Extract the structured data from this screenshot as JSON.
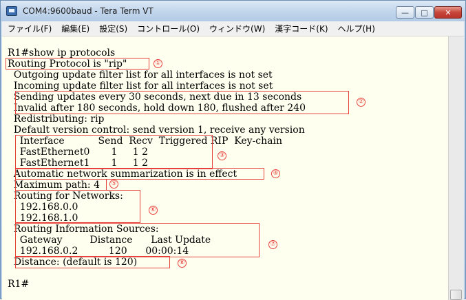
{
  "window": {
    "title": "COM4:9600baud - Tera Term VT",
    "minimize_glyph": "—",
    "maximize_glyph": "□",
    "close_glyph": "✕"
  },
  "menu": [
    {
      "label": "ファイル(F)"
    },
    {
      "label": "編集(E)"
    },
    {
      "label": "設定(S)"
    },
    {
      "label": "コントロール(O)"
    },
    {
      "label": "ウィンドウ(W)"
    },
    {
      "label": "漢字コード(K)"
    },
    {
      "label": "ヘルプ(H)"
    }
  ],
  "terminal": {
    "lines": [
      "R1#show ip protocols",
      "Routing Protocol is \"rip\"",
      "  Outgoing update filter list for all interfaces is not set",
      "  Incoming update filter list for all interfaces is not set",
      "  Sending updates every 30 seconds, next due in 13 seconds",
      "  Invalid after 180 seconds, hold down 180, flushed after 240",
      "  Redistributing: rip",
      "  Default version control: send version 1, receive any version",
      "    Interface           Send  Recv  Triggered RIP  Key-chain",
      "    FastEthernet0       1     1 2",
      "    FastEthernet1       1     1 2",
      "  Automatic network summarization is in effect",
      "  Maximum path: 4",
      "  Routing for Networks:",
      "    192.168.0.0",
      "    192.168.1.0",
      "  Routing Information Sources:",
      "    Gateway         Distance      Last Update",
      "    192.168.0.2          120      00:00:14",
      "  Distance: (default is 120)",
      "",
      "R1#"
    ],
    "annotations": [
      "①",
      "②",
      "③",
      "④",
      "⑤",
      "⑥",
      "⑦",
      "⑧"
    ]
  },
  "colors": {
    "terminal_bg": "#fffff0",
    "annotation": "#e8413c",
    "titlebar": "#c3d6ec"
  },
  "icons": {
    "app": "tera-term-icon"
  }
}
